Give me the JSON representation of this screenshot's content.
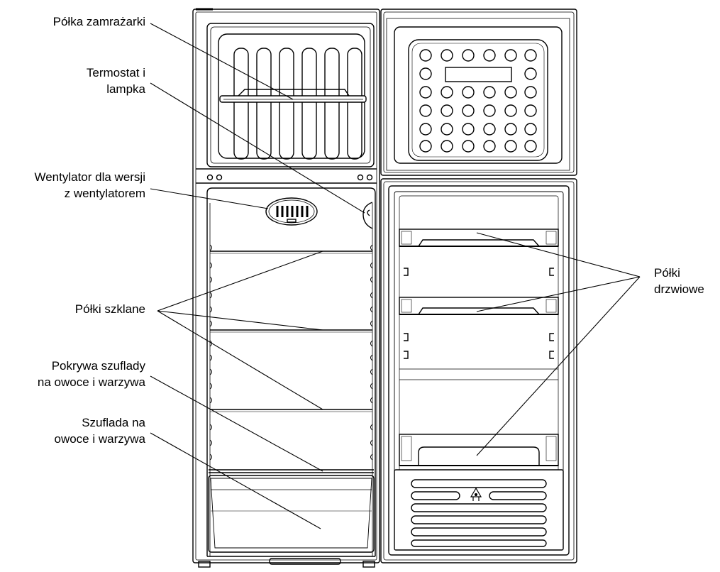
{
  "labels": {
    "freezer_shelf": [
      "Półka zamrażarki"
    ],
    "thermostat": [
      "Termostat i",
      "lampka"
    ],
    "fan": [
      "Wentylator dla wersji",
      "z wentylatorem"
    ],
    "glass_shelves": [
      "Półki szklane"
    ],
    "crisper_cover": [
      "Pokrywa szuflady",
      "na owoce i warzywa"
    ],
    "crisper_drawer": [
      "Szuflada na",
      "owoce i warzywa"
    ],
    "door_shelves": [
      "Półki",
      "drzwiowe"
    ]
  },
  "colors": {
    "line": "#000000",
    "background": "#ffffff"
  }
}
